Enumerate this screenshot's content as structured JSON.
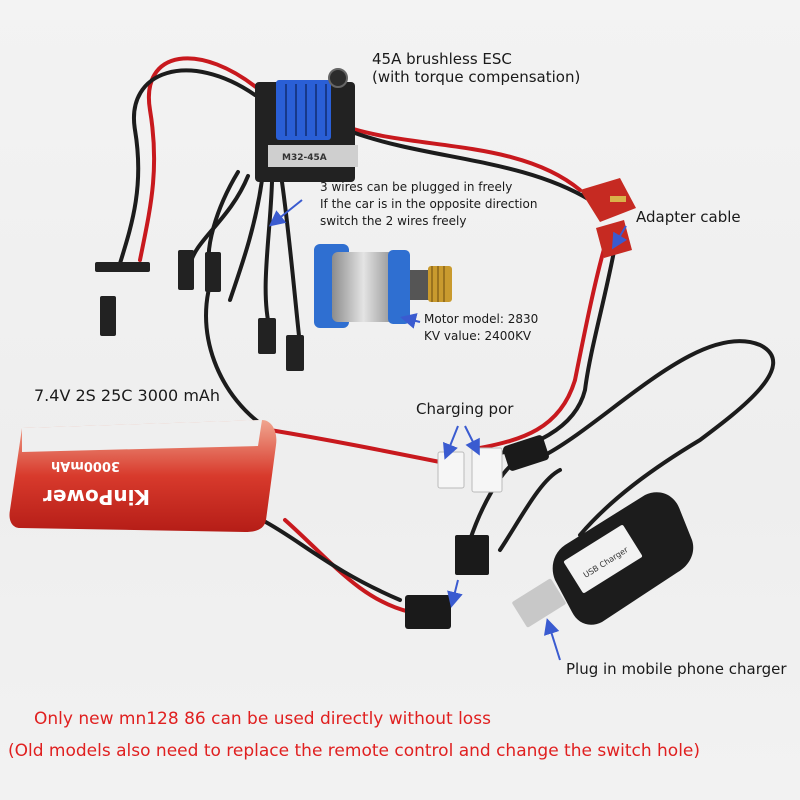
{
  "labels": {
    "esc_title": "45A brushless ESC",
    "esc_subtitle": "(with torque compensation)",
    "wires_line1": "3 wires can be plugged in freely",
    "wires_line2": "If the car is in the opposite direction",
    "wires_line3": "switch the 2 wires freely",
    "adapter": "Adapter cable",
    "motor_model": "Motor model: 2830",
    "motor_kv": "KV value: 2400KV",
    "battery_spec": "7.4V 2S 25C 3000 mAh",
    "charging_port": "Charging por",
    "usb_hint": "Plug in mobile phone charger"
  },
  "notes": {
    "line1": "Only new mn128 86 can be used directly without loss",
    "line2": "(Old models also need to replace the remote control and change the switch hole)"
  },
  "product_print": {
    "esc_model": "M32-45A",
    "battery_capacity": "3000mAh",
    "battery_brand": "KinPower",
    "charger_brand": "USB Charger"
  },
  "colors": {
    "annotation_text": "#1a1a1a",
    "warning_text": "#e02020",
    "arrow": "#3a5bd0",
    "wire_red": "#c8191e",
    "wire_black": "#1c1c1c",
    "heatsink_blue": "#2a5fd6",
    "motor_blue": "#2f6fd1",
    "pinion_gold": "#c99a2e",
    "battery_red": "#d42121"
  },
  "icons": [
    "esc-module",
    "brushless-motor",
    "lipo-battery",
    "usb-charger",
    "deans-connector",
    "jst-connector",
    "pointer-arrow"
  ]
}
